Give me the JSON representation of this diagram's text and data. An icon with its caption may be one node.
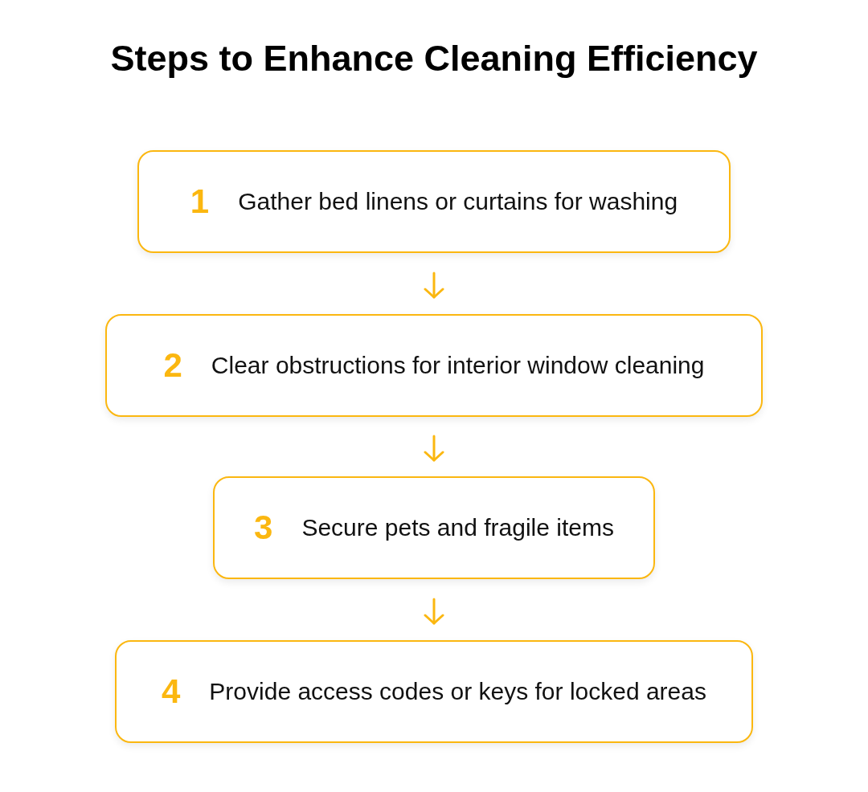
{
  "diagram": {
    "title": "Steps to Enhance Cleaning Efficiency",
    "nodes": [
      {
        "text": [
          "1",
          "Gather bed linens or curtains for washing"
        ]
      },
      {
        "text": [
          "2",
          "Clear obstructions for interior window cleaning"
        ]
      },
      {
        "text": [
          "3",
          "Secure pets and fragile items"
        ]
      },
      {
        "text": [
          "4",
          "Provide access codes or keys for locked areas"
        ]
      }
    ],
    "edges": [
      {
        "from": 0,
        "to": 1,
        "arrow": "to"
      },
      {
        "from": 1,
        "to": 2,
        "arrow": "to"
      },
      {
        "from": 2,
        "to": 3,
        "arrow": "to"
      }
    ]
  }
}
